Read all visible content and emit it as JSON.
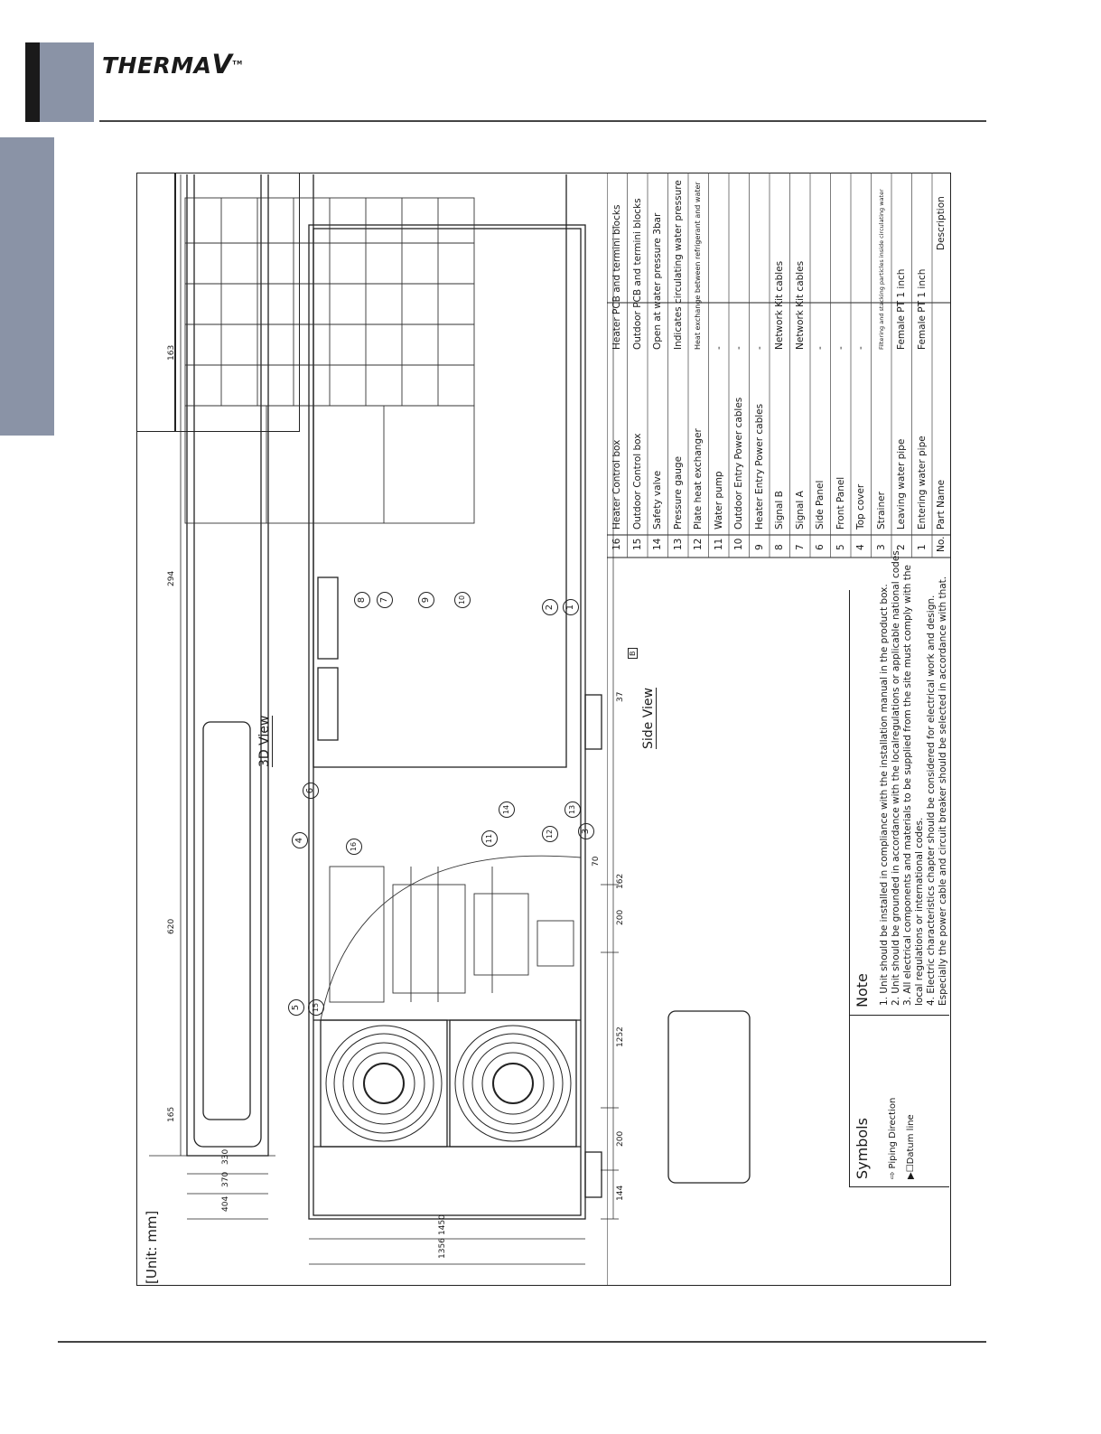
{
  "brand": {
    "name": "THERMA",
    "mark": "V",
    "tm": "TM"
  },
  "unit_label": "[Unit: mm]",
  "views": {
    "view_3d": "3D View",
    "side_view": "Side View"
  },
  "dimensions": {
    "top": [
      "165",
      "620",
      "294",
      "163"
    ],
    "left": [
      "330",
      "370",
      "404"
    ],
    "front_height": [
      "1450",
      "1356"
    ],
    "front_bottom": [
      "144",
      "200",
      "1252",
      "200",
      "162",
      "70"
    ],
    "side": [
      "37"
    ],
    "datum_tag": "B"
  },
  "callouts": [
    "1",
    "2",
    "3",
    "4",
    "5",
    "6",
    "7",
    "8",
    "9",
    "10",
    "11",
    "12",
    "13",
    "14",
    "15",
    "16"
  ],
  "symbols": {
    "title": "Symbols",
    "piping": "Piping Direction",
    "datum": "Datum line"
  },
  "note": {
    "title": "Note",
    "lines": [
      "1. Unit should be installed in compliance with the installation manual in the product box.",
      "2. Unit should be grounded in accordance with the localregulations or applicable national codes.",
      "3. All electrical components and materials to be supplied from the site must comply with the",
      "    local regulations or international codes.",
      "4. Electric characteristics chapter should be considered for electrical work and design.",
      "    Especially the power cable and circuit breaker should be selected in accordance with that."
    ]
  },
  "parts_table": {
    "headers": {
      "no": "No.",
      "part": "Part Name",
      "desc": "Description"
    },
    "rows": [
      {
        "no": "1",
        "part": "Entering water pipe",
        "desc": "Female PT 1 inch"
      },
      {
        "no": "2",
        "part": "Leaving water pipe",
        "desc": "Female PT 1 inch"
      },
      {
        "no": "3",
        "part": "Strainer",
        "desc": "Filtering and stacking particles inside circulating water"
      },
      {
        "no": "4",
        "part": "Top cover",
        "desc": "-"
      },
      {
        "no": "5",
        "part": "Front Panel",
        "desc": "-"
      },
      {
        "no": "6",
        "part": "Side Panel",
        "desc": "-"
      },
      {
        "no": "7",
        "part": "Signal A",
        "desc": "Network Kit cables"
      },
      {
        "no": "8",
        "part": "Signal B",
        "desc": "Network Kit cables"
      },
      {
        "no": "9",
        "part": "Heater Entry Power cables",
        "desc": "-"
      },
      {
        "no": "10",
        "part": "Outdoor Entry Power cables",
        "desc": "-"
      },
      {
        "no": "11",
        "part": "Water pump",
        "desc": "-"
      },
      {
        "no": "12",
        "part": "Plate heat exchanger",
        "desc": "Heat exchange between refrigerant and water"
      },
      {
        "no": "13",
        "part": "Pressure gauge",
        "desc": "Indicates circulating water pressure"
      },
      {
        "no": "14",
        "part": "Safety valve",
        "desc": "Open at water pressure 3bar"
      },
      {
        "no": "15",
        "part": "Outdoor Control box",
        "desc": "Outdoor PCB and termini blocks"
      },
      {
        "no": "16",
        "part": "Heater Control box",
        "desc": "Heater PCB and termini blocks"
      }
    ]
  },
  "colors": {
    "sidebar": "#8a93a6",
    "black_bar": "#1a1a1a",
    "rule": "#444444"
  }
}
